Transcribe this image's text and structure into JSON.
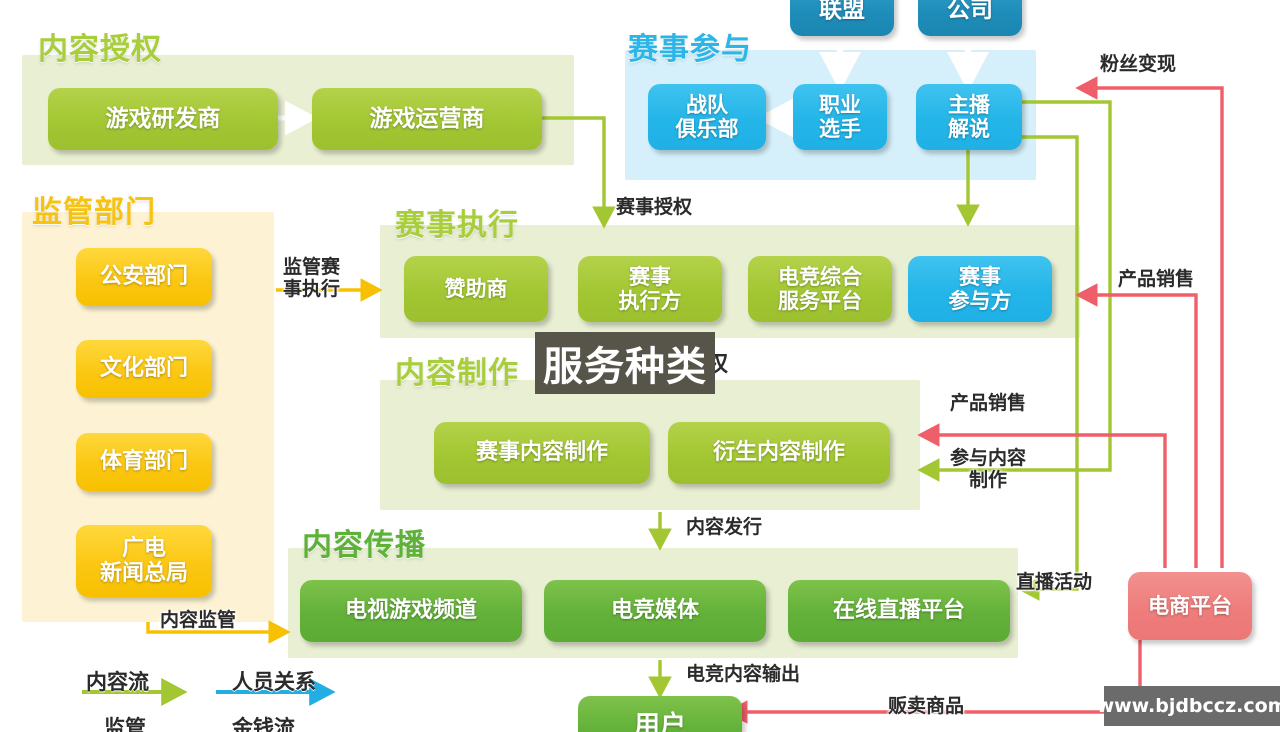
{
  "diagram": {
    "title_hidden_behind_watermark": "内容版权",
    "groups": [
      {
        "key": "content_authorization",
        "label": "内容授权"
      },
      {
        "key": "regulators",
        "label": "监管部门"
      },
      {
        "key": "event_participation",
        "label": "赛事参与"
      },
      {
        "key": "event_execution",
        "label": "赛事执行"
      },
      {
        "key": "content_production",
        "label": "内容制作"
      },
      {
        "key": "content_distribution",
        "label": "内容传播"
      }
    ],
    "nodes": {
      "game_developer": "游戏研发商",
      "game_operator": "游戏运营商",
      "police_dept": "公安部门",
      "culture_dept": "文化部门",
      "sports_dept": "体育部门",
      "sarft": "广电\n新闻总局",
      "league": "联盟",
      "company": "公司",
      "team_club": "战队\n俱乐部",
      "pro_player": "职业\n选手",
      "streamer_caster": "主播\n解说",
      "sponsor": "赞助商",
      "event_organizer": "赛事\n执行方",
      "esports_service": "电竞综合\n服务平台",
      "event_participant": "赛事\n参与方",
      "event_content_prod": "赛事内容制作",
      "derivative_content": "衍生内容制作",
      "tv_game_channel": "电视游戏频道",
      "esports_media": "电竞媒体",
      "online_live_platform": "在线直播平台",
      "user": "用户",
      "ecommerce_platform": "电商平台"
    },
    "edge_labels": {
      "event_authorization": "赛事授权",
      "regulate_event": "监管赛\n事执行",
      "content_regulation": "内容监管",
      "fan_monetization": "粉丝变现",
      "product_sales_top": "产品销售",
      "product_sales_mid": "产品销售",
      "join_content_prod": "参与内容\n制作",
      "content_release": "内容发行",
      "live_activity": "直播活动",
      "esports_content_output": "电竞内容输出",
      "sell_goods": "贩卖商品"
    },
    "legend": [
      {
        "key": "content_flow",
        "label": "内容流",
        "color": "#a3c733"
      },
      {
        "key": "people_rel",
        "label": "人员关系",
        "color": "#22aee2"
      },
      {
        "key": "regulation",
        "label": "监管",
        "color": "#f7c000"
      },
      {
        "key": "money_flow",
        "label": "金钱流",
        "color": "#ef5f6a"
      }
    ],
    "watermarks": {
      "service_type": "服务种类",
      "site_url": "www.bjdbccz.com"
    },
    "colors": {
      "lime": "#a3c733",
      "green": "#63b13a",
      "blue": "#24b5e8",
      "blue_dark": "#1f8db9",
      "yellow": "#fbc713",
      "pink": "#ee7d7c",
      "panel_lime": "#e8efd2",
      "panel_yellow": "#fdf3d4",
      "panel_blue": "#d5f0fb",
      "arrow_green": "#a3c733",
      "arrow_red": "#ef5f6a",
      "arrow_yellow": "#f7c000",
      "arrow_blue": "#22aee2",
      "arrow_gray": "#9aa37e"
    }
  }
}
